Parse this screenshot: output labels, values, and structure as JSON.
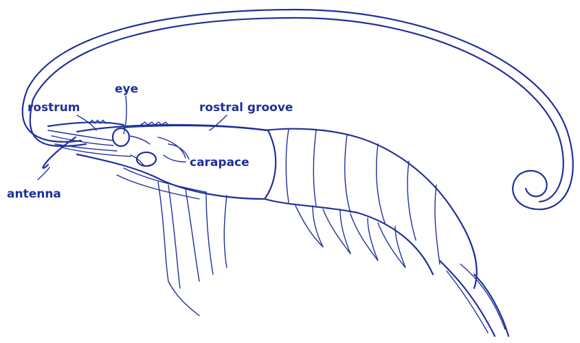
{
  "diagram": {
    "labels": {
      "eye": "eye",
      "rostrum": "rostrum",
      "rostral_groove": "rostral groove",
      "carapace": "carapace",
      "antenna": "antenna"
    },
    "ink_color": "#1f2f9a"
  }
}
